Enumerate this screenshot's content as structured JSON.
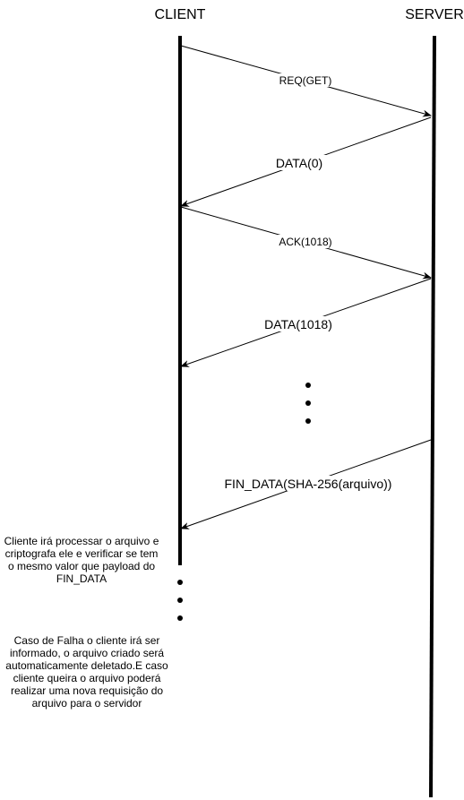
{
  "participants": {
    "client": "CLIENT",
    "server": "SERVER"
  },
  "messages": [
    {
      "label": "REQ(GET)",
      "from": "client",
      "to": "server"
    },
    {
      "label": "DATA(0)",
      "from": "server",
      "to": "client"
    },
    {
      "label": "ACK(1018)",
      "from": "client",
      "to": "server"
    },
    {
      "label": "DATA(1018)",
      "from": "server",
      "to": "client"
    },
    {
      "label": "FIN_DATA(SHA-256(arquivo))",
      "from": "server",
      "to": "client"
    }
  ],
  "notes": {
    "verify": "Cliente irá processar o arquivo e criptografa ele e verificar se tem o mesmo valor que payload do FIN_DATA",
    "failure": "Caso de Falha o cliente irá ser informado, o arquivo criado será automaticamente deletado.E caso cliente queira o arquivo poderá realizar uma nova requisição do arquivo para o servidor"
  },
  "colors": {
    "line": "#000000",
    "background": "#ffffff"
  }
}
